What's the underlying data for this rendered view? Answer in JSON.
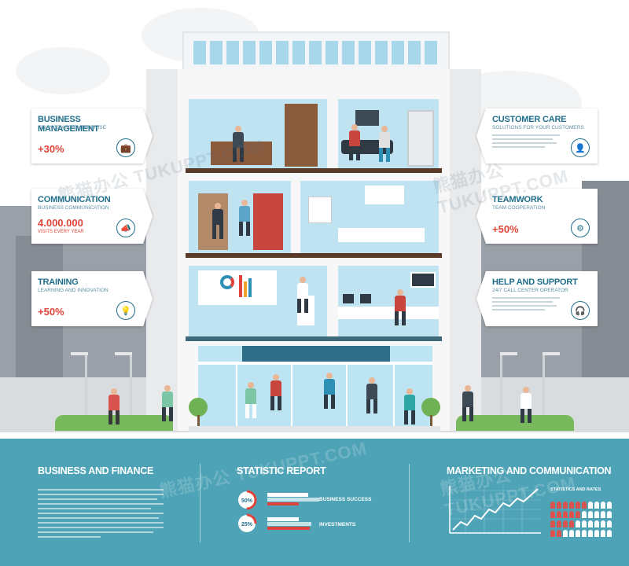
{
  "cards_left": [
    {
      "title": "BUSINESS MANAGEMENT",
      "subtitle": "FINANCE AND ENTERPRISE",
      "value": "+30%",
      "icon": "briefcase-icon"
    },
    {
      "title": "COMMUNICATION",
      "subtitle": "BUSINESS COMMUNICATION",
      "value": "4.000.000",
      "caption": "VISITS EVERY YEAR",
      "icon": "megaphone-icon"
    },
    {
      "title": "TRAINING",
      "subtitle": "LEARNING AND INNOVATION",
      "value": "+50%",
      "icon": "lightbulb-icon"
    }
  ],
  "cards_right": [
    {
      "title": "CUSTOMER CARE",
      "subtitle": "SOLUTIONS FOR YOUR CUSTOMERS",
      "icon": "user-icon"
    },
    {
      "title": "TEAMWORK",
      "subtitle": "TEAM COOPERATION",
      "value": "+50%",
      "icon": "gears-icon"
    },
    {
      "title": "HELP AND SUPPORT",
      "subtitle": "24/7 CALL CENTER OPERATOR",
      "icon": "headset-icon"
    }
  ],
  "panel": {
    "section1_title": "BUSINESS AND FINANCE",
    "section2_title": "STATISTIC REPORT",
    "section3_title": "MARKETING AND COMMUNICATION",
    "stats": [
      {
        "percent": "50%",
        "label": "BUSINESS SUCCESS",
        "fraction": 0.5
      },
      {
        "percent": "25%",
        "label": "INVESTMENTS",
        "fraction": 0.25
      }
    ],
    "chart_legend": "STATISTICS AND RATES"
  },
  "watermark": "熊猫办公 TUKUPPT.COM",
  "colors": {
    "accent": "#1f6e8c",
    "highlight": "#e0443a",
    "panel": "#4ea3b6"
  }
}
